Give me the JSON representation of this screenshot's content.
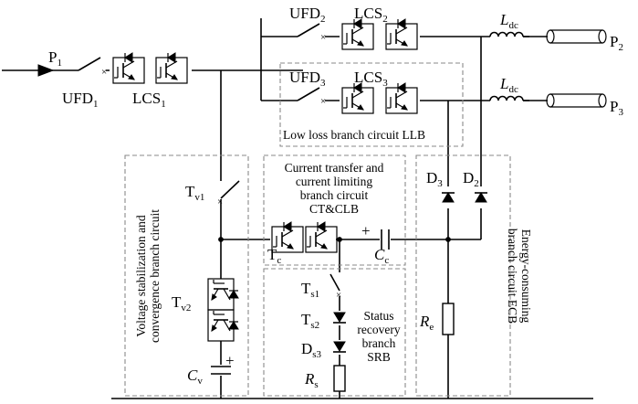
{
  "ports": {
    "p1": "P",
    "p1_sub": "1",
    "p2": "P",
    "p2_sub": "2",
    "p3": "P",
    "p3_sub": "3"
  },
  "switches": {
    "ufd1": "UFD",
    "ufd1_sub": "1",
    "ufd2": "UFD",
    "ufd2_sub": "2",
    "ufd3": "UFD",
    "ufd3_sub": "3"
  },
  "semiconductors": {
    "lcs1": "LCS",
    "lcs1_sub": "1",
    "lcs2": "LCS",
    "lcs2_sub": "2",
    "lcs3": "LCS",
    "lcs3_sub": "3"
  },
  "inductors": {
    "ldc": "L",
    "ldc_sub": "dc"
  },
  "thyristors": {
    "tv1": "T",
    "tv1_sub": "v1",
    "tv2": "T",
    "tv2_sub": "v2",
    "tc": "T",
    "tc_sub": "c",
    "ts1": "T",
    "ts1_sub": "s1",
    "ts2": "T",
    "ts2_sub": "s2"
  },
  "diodes": {
    "d3": "D",
    "d3_sub": "3",
    "d2": "D",
    "d2_sub": "2",
    "ds3": "D",
    "ds3_sub": "s3"
  },
  "capacitors": {
    "cc": "C",
    "cc_sub": "c",
    "cv": "C",
    "cv_sub": "v"
  },
  "resistors": {
    "re": "R",
    "re_sub": "e",
    "rs": "R",
    "rs_sub": "s"
  },
  "polarity": {
    "plus": "+"
  },
  "branches": {
    "llb": "Low loss branch circuit LLB",
    "ctclb_line1": "Current transfer and",
    "ctclb_line2": "current limiting",
    "ctclb_line3": "branch circuit",
    "ctclb_line4": "CT&CLB",
    "srb_line1": "Status",
    "srb_line2": "recovery",
    "srb_line3": "branch",
    "srb_line4": "SRB",
    "vscb_line1": "Voltage stabilization and",
    "vscb_line2": "convergence branch circuit",
    "ecb_line1": "Energy-consuming",
    "ecb_line2": "branch circuit ECB"
  }
}
